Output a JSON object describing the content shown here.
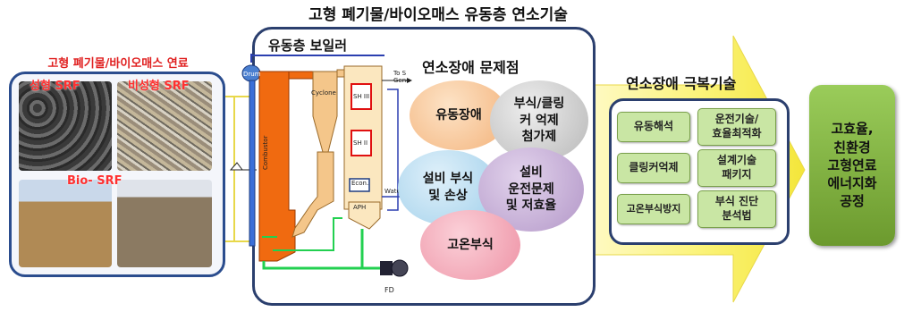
{
  "title": "고형 폐기물/바이오매스 유동층 연소기술",
  "fuel": {
    "title": "고형 폐기물/바이오매스 연료",
    "items": [
      {
        "label": "성형 SRF"
      },
      {
        "label": "비성형 SRF"
      },
      {
        "label": "Bio- SRF"
      }
    ]
  },
  "boiler": {
    "title": "유동층 보일러",
    "labels": {
      "drum": "Drum",
      "combustor": "Combustor",
      "cyclone": "Cyclone",
      "sh3": "SH III",
      "sh2": "SH II",
      "econ": "Econ.",
      "aph": "APH",
      "water": "Water",
      "to_gen": "To S Gene",
      "fd": "FD"
    }
  },
  "problems": {
    "title": "연소장애 문제점",
    "items": [
      {
        "label": "유동장애",
        "color": "#f7c89c"
      },
      {
        "label": "부식/클링\n커 억제\n첨가제",
        "color": "#cfcfcf"
      },
      {
        "label": "설비 부식\n및 손상",
        "color": "#b9def2"
      },
      {
        "label": "설비\n운전문제\n및 저효율",
        "color": "#c9b3d8"
      },
      {
        "label": "고온부식",
        "color": "#f2a9b8"
      }
    ]
  },
  "overcome": {
    "title": "연소장애 극복기술",
    "items": [
      {
        "label": "유동해석"
      },
      {
        "label": "운전기술/\n효율최적화"
      },
      {
        "label": "클링커억제"
      },
      {
        "label": "설계기술\n패키지"
      },
      {
        "label": "고온부식방지"
      },
      {
        "label": "부식 진단\n분석법"
      }
    ]
  },
  "result": {
    "label": "고효율,\n친환경\n고형연료\n에너지화\n공정"
  },
  "colors": {
    "arrow": "#f7f07a",
    "navy": "#2b3f6e",
    "green_box": "#c9e6a4",
    "result": "#7fae3e"
  }
}
